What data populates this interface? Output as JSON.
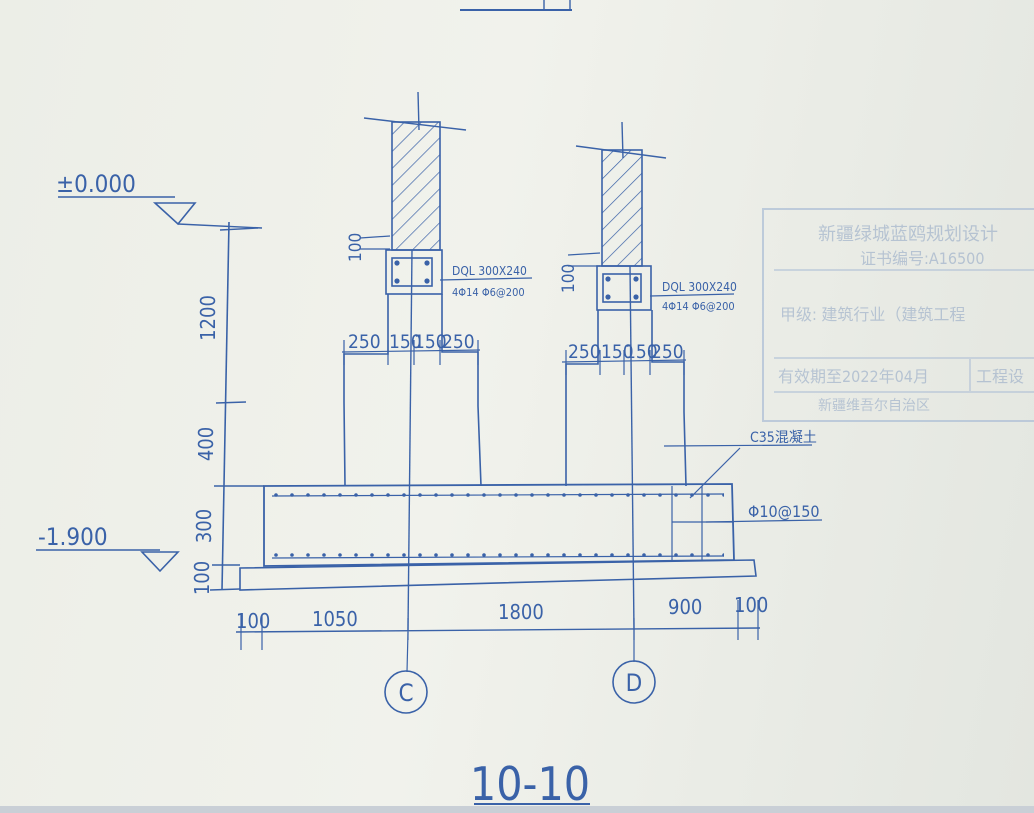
{
  "drawing": {
    "section_title": "10-10",
    "elevation_top": "±0.000",
    "elevation_bottom": "-1.900",
    "vertical_dims": [
      "1200",
      "400",
      "300",
      "100"
    ],
    "beam_top_dim": "100",
    "beam_left": {
      "name": "DQL 300X240",
      "rebar": "4Φ14 Φ6@200"
    },
    "beam_right": {
      "name": "DQL 300X240",
      "rebar": "4Φ14 Φ6@200"
    },
    "step_dims_left": [
      "250",
      "150",
      "150",
      "250"
    ],
    "step_dims_right": [
      "250",
      "150",
      "150",
      "250"
    ],
    "bottom_dims": [
      "100",
      "1050",
      "1800",
      "900",
      "100"
    ],
    "concrete_label": "C35混凝土",
    "rebar_label": "Φ10@150",
    "axis_labels": [
      "C",
      "D"
    ]
  },
  "stamp": {
    "line1": "新疆绿城蓝鸥规划设计",
    "line2": "证书编号:A16500",
    "line3": "甲级: 建筑行业（建筑工程",
    "line4": "有效期至2022年04月",
    "line5": "工程设",
    "line6": "新疆维吾尔自治区"
  },
  "colors": {
    "ink": "#3a62a8",
    "stamp": "#aebfd6",
    "paper": "#eceee7"
  }
}
